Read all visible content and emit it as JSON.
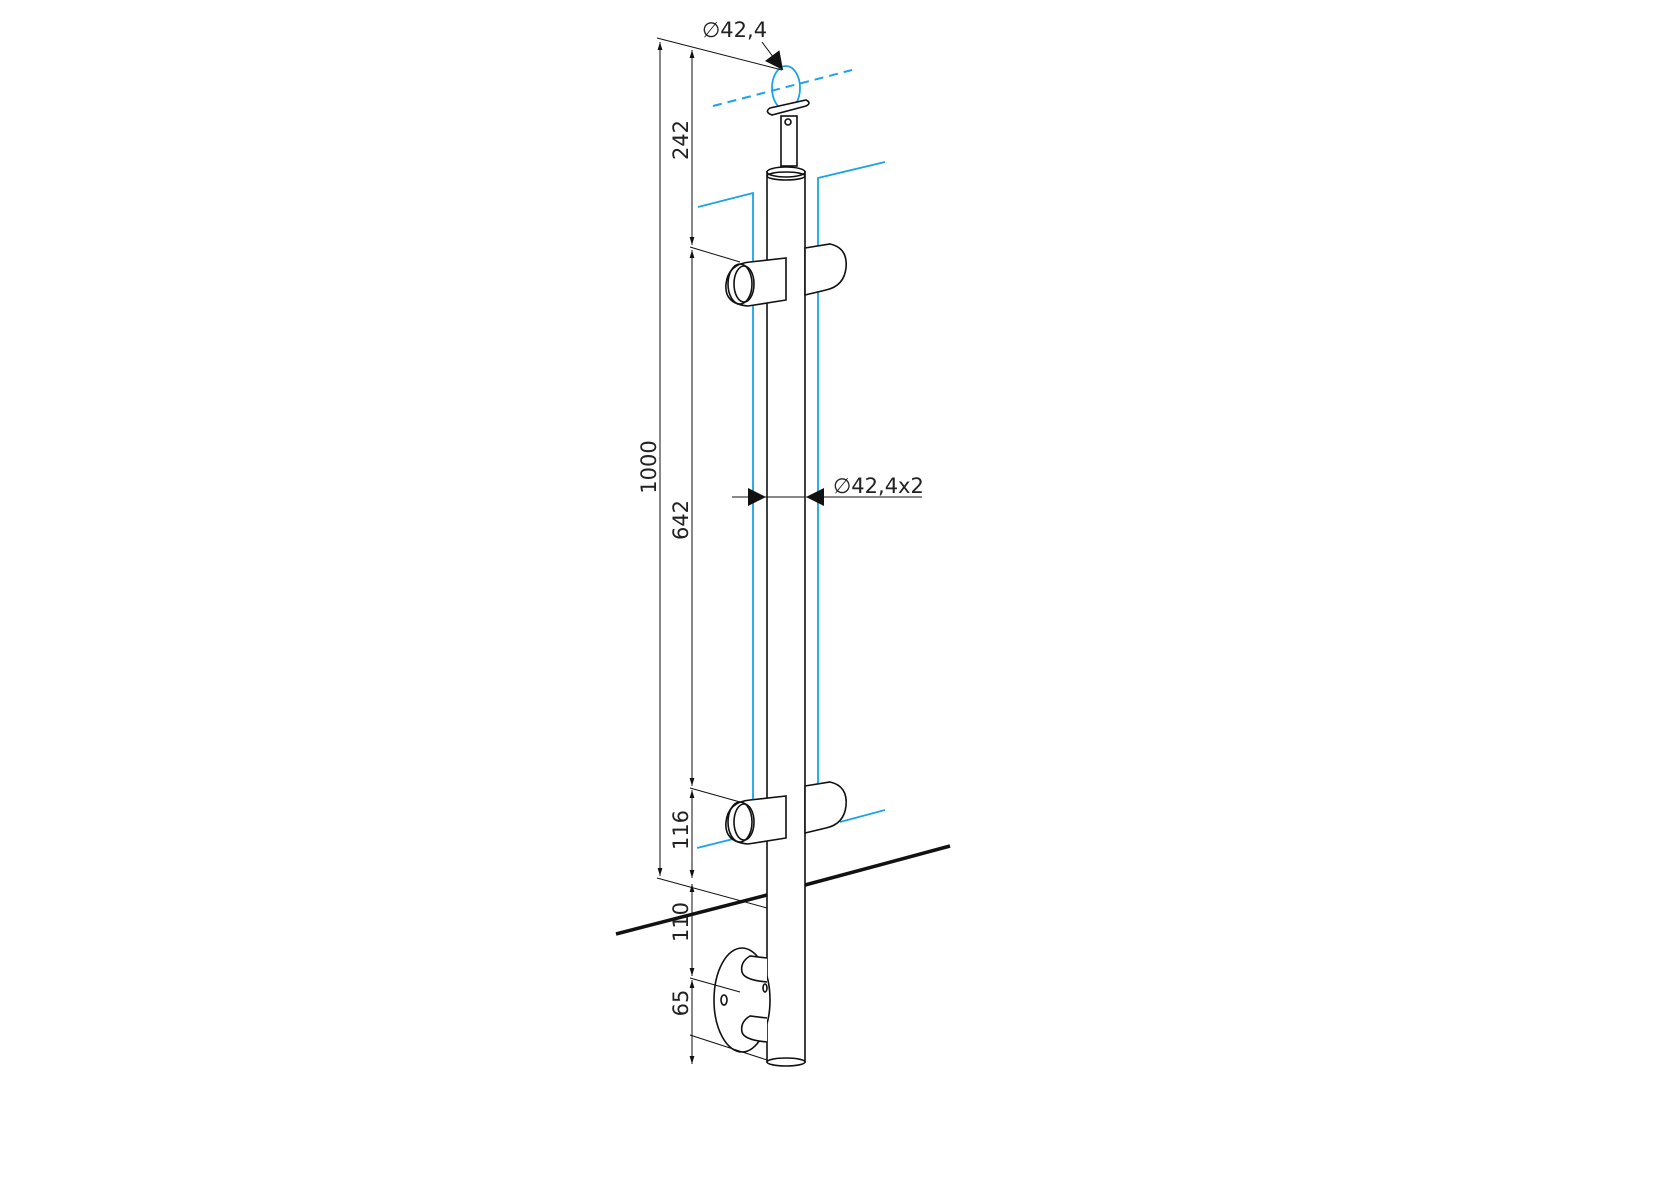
{
  "drawing": {
    "dimensions": {
      "top_diameter": "∅42,4",
      "post_diameter": "∅42,4x2",
      "total_height": "1000",
      "top_to_upper_clamp": "242",
      "between_clamps": "642",
      "lower_clamp_to_floor": "116",
      "floor_to_base": "110",
      "base_plate": "65"
    },
    "colors": {
      "lines": "#111111",
      "glass": "#1aa3e6"
    }
  }
}
